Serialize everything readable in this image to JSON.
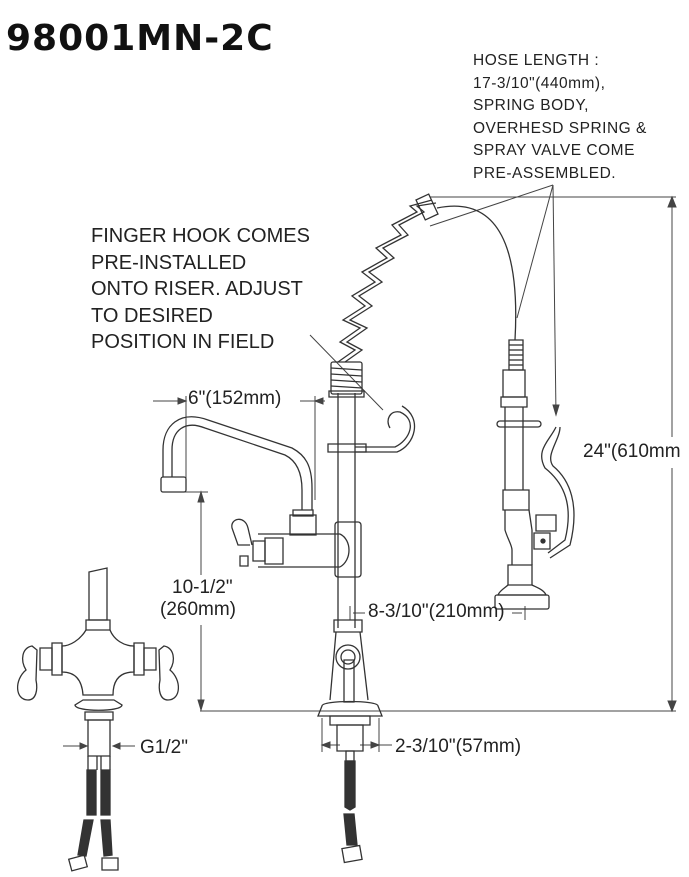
{
  "title": "98001MN-2C",
  "notes": {
    "hose": [
      "HOSE LENGTH :",
      "17-3/10\"(440mm),",
      "SPRING BODY,",
      "OVERHESD SPRING &",
      "SPRAY VALVE COME",
      "PRE-ASSEMBLED."
    ],
    "finger_hook": [
      "FINGER HOOK COMES",
      "PRE-INSTALLED",
      "ONTO RISER. ADJUST",
      "TO DESIRED",
      "POSITION IN FIELD"
    ]
  },
  "dimensions": {
    "spout_reach": "6\"(152mm)",
    "total_height": "24\"(610mm",
    "spout_height_in": "10-1/2\"",
    "spout_height_mm": "(260mm)",
    "riser_to_valve": "8-3/10\"(210mm)",
    "flange_diameter": "2-3/10\"(57mm)",
    "inlet_thread": "G1/2\""
  }
}
